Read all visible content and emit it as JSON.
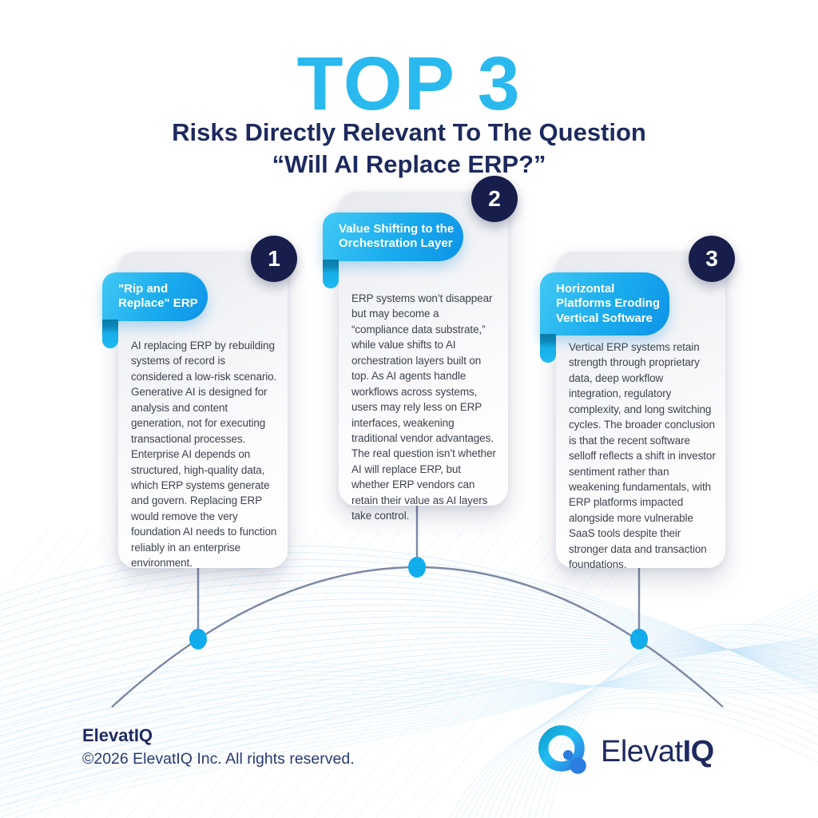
{
  "header": {
    "title": "TOP 3",
    "subtitle_line1": "Risks Directly Relevant To The Question",
    "subtitle_line2": "“Will AI Replace ERP?”"
  },
  "cards": [
    {
      "number": "1",
      "tag": "\"Rip and\nReplace\" ERP",
      "body": "AI replacing ERP by rebuilding systems of record is considered a low-risk scenario. Generative AI is designed for analysis and content generation, not for executing transactional processes. Enterprise AI depends on structured, high-quality data, which ERP systems generate and govern. Replacing ERP would remove the very foundation AI needs to function reliably in an enterprise environment."
    },
    {
      "number": "2",
      "tag": "Value Shifting to the\nOrchestration Layer",
      "body": "ERP systems won’t disappear but may become a “compliance data substrate,” while value shifts to AI orchestration layers built on top. As AI agents handle workflows across systems, users may rely less on ERP interfaces, weakening traditional vendor advantages. The real question isn’t whether AI will replace ERP, but whether ERP vendors can retain their value as AI layers take control."
    },
    {
      "number": "3",
      "tag": "Horizontal\nPlatforms Eroding\nVertical Software",
      "body": "Vertical ERP systems retain strength through proprietary data, deep workflow integration, regulatory complexity, and long switching cycles. The broader conclusion is that the recent software selloff reflects a shift in investor sentiment rather than weakening fundamentals, with ERP platforms impacted alongside more vulnerable SaaS tools despite their stronger data and transaction foundations."
    }
  ],
  "footer": {
    "brand_name": "ElevatIQ",
    "copyright": "©2026 ElevatIQ Inc. All rights reserved.",
    "logo_word_regular": "Elevat",
    "logo_word_bold": "IQ"
  },
  "colors": {
    "accent_cyan": "#29b9ee",
    "navy": "#1d2a5e",
    "badge_navy": "#171e4b",
    "tag_blue_start": "#41c9f5",
    "tag_blue_end": "#0d93e7",
    "tag_fold_teal": "#0a7ca8",
    "connector_gray": "#7e89a3",
    "node_blue": "#10aceb",
    "wave_blue": "#c7e4f7"
  },
  "icons": {
    "logo_mark": "elevatiq-q-logo"
  }
}
